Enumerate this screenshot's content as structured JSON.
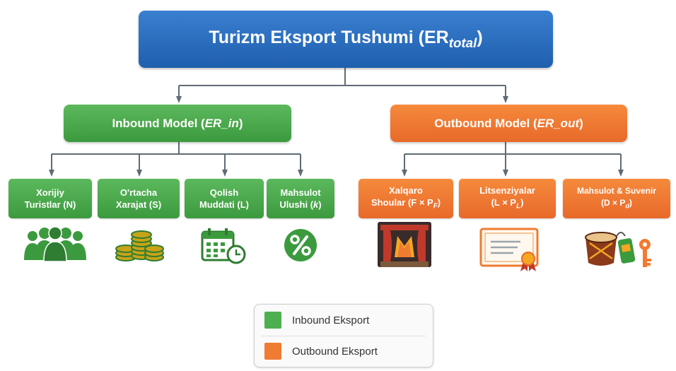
{
  "root": {
    "title": "Turizm Eksport Tushumi (ER",
    "title_sub": "total",
    "title_close": ")"
  },
  "inbound": {
    "title": "Inbound Model (",
    "title_var": "ER_in",
    "title_close": ")",
    "color": "#4caf50",
    "items": [
      {
        "line1": "Xorijiy",
        "line2": "Turistlar (N)",
        "icon": "people-icon"
      },
      {
        "line1": "O'rtacha",
        "line2": "Xarajat (S)",
        "icon": "coins-icon"
      },
      {
        "line1": "Qolish",
        "line2": "Muddati (L)",
        "icon": "calendar-clock-icon"
      },
      {
        "line1": "Mahsulot",
        "line2": "Ulushi (",
        "line2_var": "k",
        "line2_close": ")",
        "icon": "percent-icon"
      }
    ]
  },
  "outbound": {
    "title": "Outbound Model (",
    "title_var": "ER_out",
    "title_close": ")",
    "color": "#f07b32",
    "items": [
      {
        "line1": "Xalqaro",
        "line2": "Shoular (F × P",
        "line2_sub": "F",
        "line2_close": ")",
        "icon": "stage-icon"
      },
      {
        "line1": "Litsenziyalar",
        "line2": "(L × P",
        "line2_sub": "L",
        "line2_close": ")",
        "icon": "certificate-icon"
      },
      {
        "line1": "Mahsulot & Suvenir",
        "line2": "(D × P",
        "line2_sub": "d",
        "line2_close": ")",
        "icon": "souvenir-icon"
      }
    ]
  },
  "legend": {
    "items": [
      {
        "label": "Inbound Eksport",
        "color": "#4caf50"
      },
      {
        "label": "Outbound Eksport",
        "color": "#f07b32"
      }
    ]
  }
}
